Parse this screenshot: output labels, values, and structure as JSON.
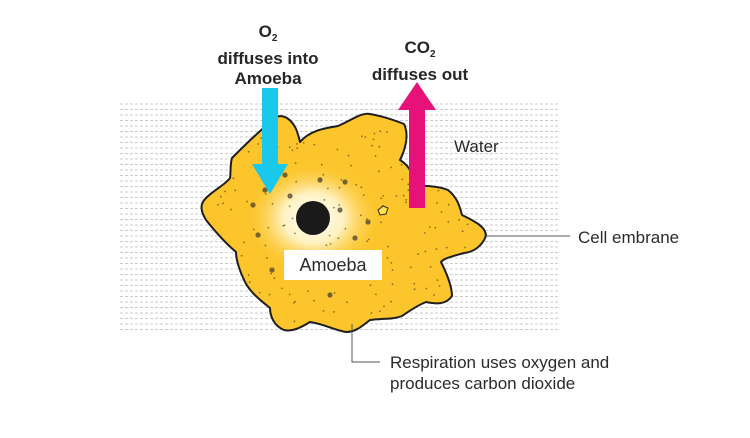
{
  "labels": {
    "o2_formula": "O",
    "o2_sub": "2",
    "o2_line1": "diffuses into",
    "o2_line2": "Amoeba",
    "co2_formula": "CO",
    "co2_sub": "2",
    "co2_line": "diffuses out",
    "water": "Water",
    "cell_membrane": "Cell embrane",
    "organism": "Amoeba",
    "respiration_line1": "Respiration uses oxygen and",
    "respiration_line2": "produces carbon dioxide"
  },
  "colors": {
    "cytoplasm": "#fcc52b",
    "cell_outline": "#1f1f1f",
    "nucleus": "#1a1a1a",
    "o2_arrow": "#19c8ea",
    "co2_arrow": "#e6127a",
    "water_lines": "#bcbcbc",
    "leader_lines": "#555555"
  }
}
